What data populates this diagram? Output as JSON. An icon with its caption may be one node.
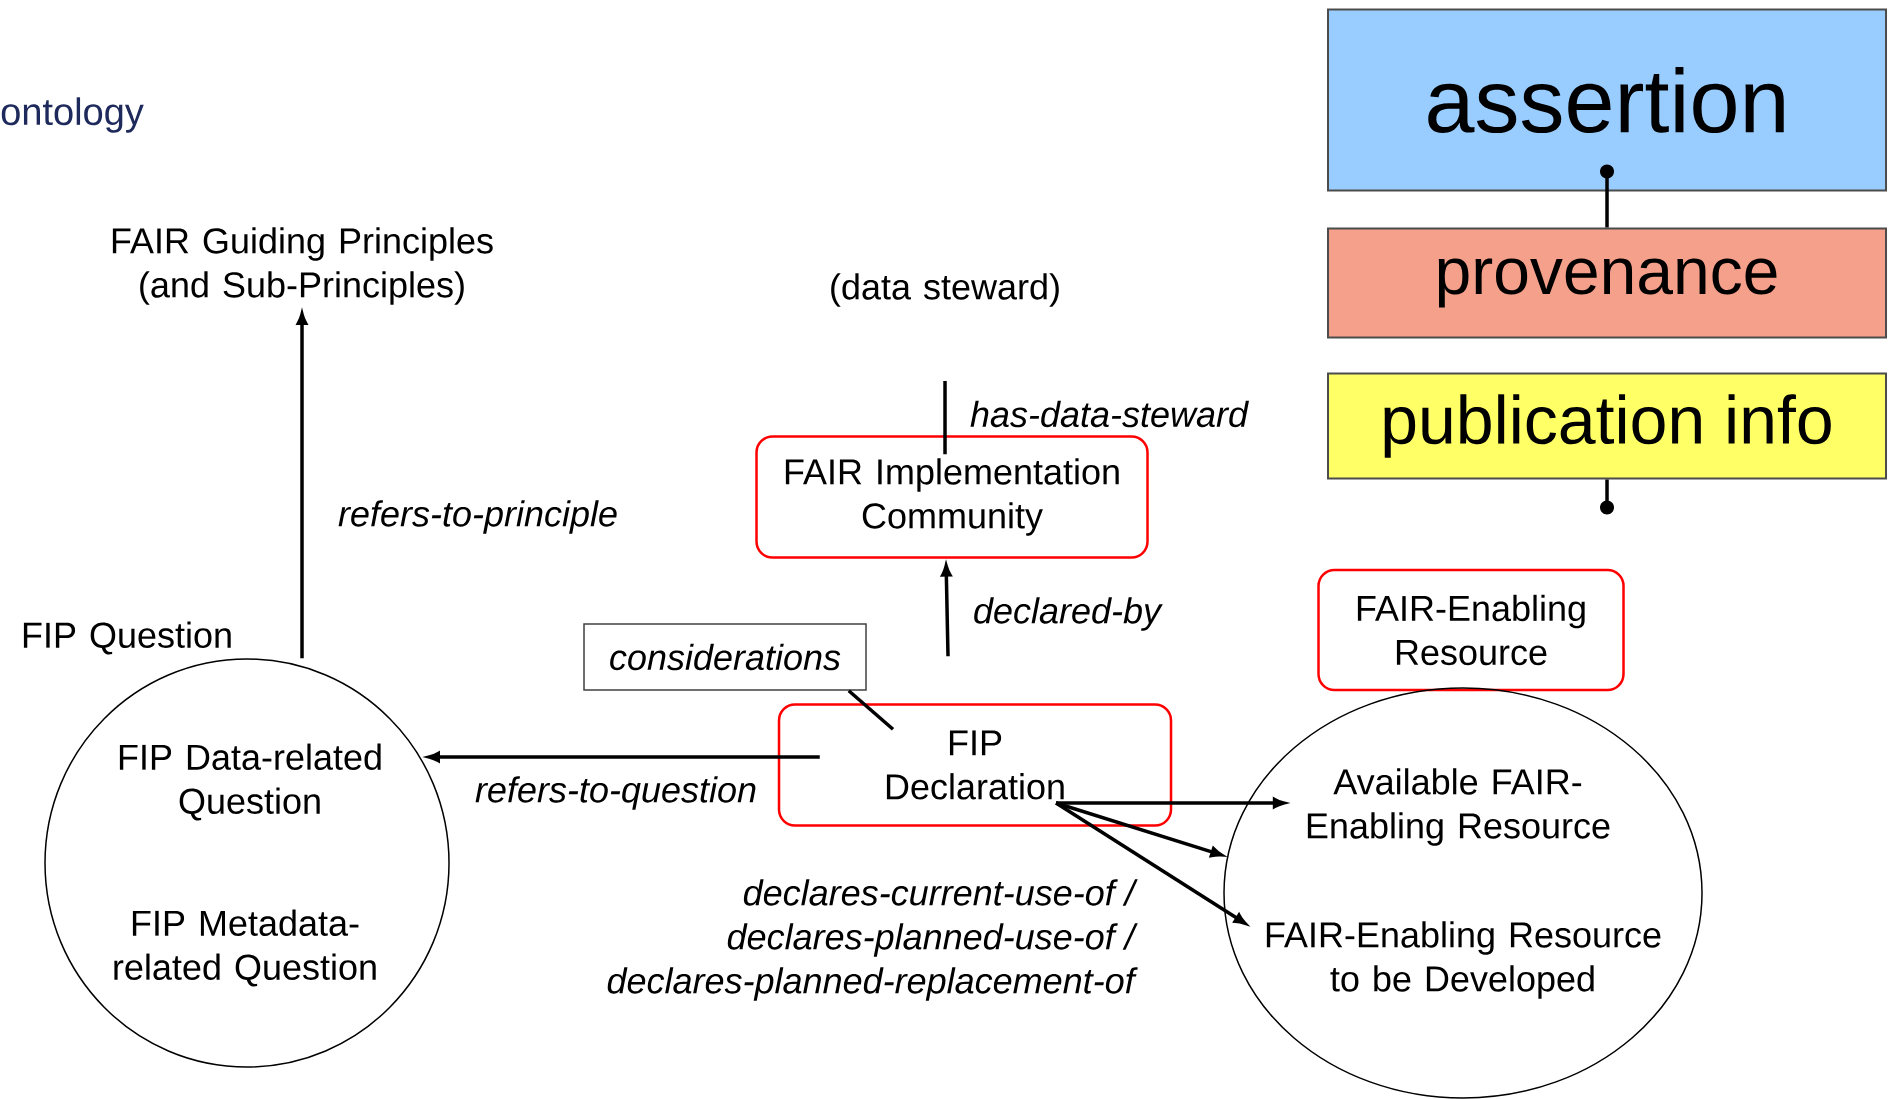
{
  "diagram": {
    "nodes": [
      {
        "text": [
          "FAIR Guiding Principles (and Sub-Principles)"
        ]
      },
      {
        "text": [
          "(data steward)"
        ]
      },
      {
        "text": [
          "FIP Question",
          "FIP Data-related Question",
          "FIP Metadata-related Question"
        ]
      },
      {
        "text": [
          "FAIR Implementation Community"
        ]
      },
      {
        "text": [
          "considerations"
        ]
      },
      {
        "text": [
          "FIP Declaration"
        ]
      },
      {
        "text": [
          "FAIR-Enabling Resource"
        ]
      },
      {
        "text": [],
        "shape": "circle"
      },
      {
        "text": [
          "Available FAIR-Enabling Resource"
        ],
        "in": 7
      },
      {
        "text": [
          "FAIR-Enabling Resource to be Developed"
        ],
        "in": 7
      },
      {
        "text": [
          "assertion"
        ]
      },
      {
        "text": [
          "provenance"
        ]
      },
      {
        "text": [
          "publication info"
        ]
      }
    ],
    "edges": [
      {
        "from": 2,
        "to": 0,
        "arrow": "to",
        "label": "refers-to-principle"
      },
      {
        "from": 5,
        "to": 2,
        "arrow": "to",
        "label": "refers-to-question"
      },
      {
        "from": 5,
        "to": 3,
        "arrow": "to",
        "label": "declared-by"
      },
      {
        "from": 4,
        "to": 5,
        "arrow": "none"
      },
      {
        "from": 3,
        "to": 1,
        "arrow": "none",
        "label": "has-data-steward"
      },
      {
        "from": 5,
        "to": 8,
        "arrow": "to"
      },
      {
        "from": 5,
        "to": 7,
        "arrow": "to",
        "label": "declares-current-use-of / declares-planned-use-of / declares-planned-replacement-of"
      },
      {
        "from": 5,
        "to": 9,
        "arrow": "to"
      },
      {
        "from": 11,
        "to": 10,
        "arrow": "other"
      },
      {
        "from": 12,
        "to": null,
        "arrow": "other"
      }
    ],
    "labels": [
      "ontology"
    ]
  }
}
